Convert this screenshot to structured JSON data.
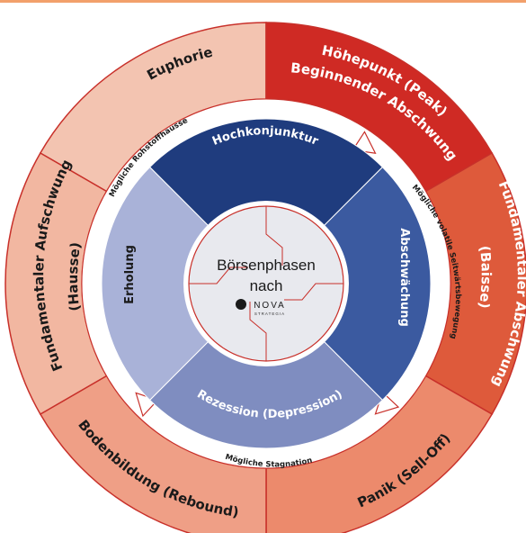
{
  "diagram": {
    "center": {
      "line1": "Börsenphasen",
      "line2": "nach",
      "logo_text": "NOVA",
      "logo_subtext": "STRATEGIA"
    },
    "outer_segments": [
      {
        "label": "Euphorie",
        "color": "#f3c4b1"
      },
      {
        "label": "Höhepunkt (Peak)",
        "label2": "Beginnender Abschwung",
        "color": "#cf2a24"
      },
      {
        "label": "Fundamentaler Abschwung",
        "label2": "(Baisse)",
        "color": "#de5a3b"
      },
      {
        "label": "Panik (Sell-Off)",
        "color": "#ec8a6c"
      },
      {
        "label": "Bodenbildung (Rebound)",
        "color": "#ef9f86"
      },
      {
        "label": "Fundamentaler Aufschwung",
        "label2": "(Hausse)",
        "color": "#f2b7a1"
      }
    ],
    "inner_segments": [
      {
        "label": "Hochkonjunktur",
        "color": "#1f3c7e"
      },
      {
        "label": "Abschwächung",
        "color": "#3b5aa0"
      },
      {
        "label": "Rezession (Depression)",
        "color": "#7f8dc0"
      },
      {
        "label": "Erholung",
        "color": "#a9b2d8"
      }
    ],
    "arc_labels": {
      "top_left": "Mögliche Rohstoffhausse",
      "right": "Mögliche volatile Seitwärtsbewegung",
      "bottom": "Mögliche Stagnation"
    },
    "colors": {
      "border": "#c8302a",
      "white_ring": "#ffffff",
      "center_fill": "#e8e9ee",
      "center_border": "#c8302a",
      "outer_text": "#ffffff",
      "inner_text": "#ffffff",
      "dark_text": "#1a1a1a"
    }
  }
}
